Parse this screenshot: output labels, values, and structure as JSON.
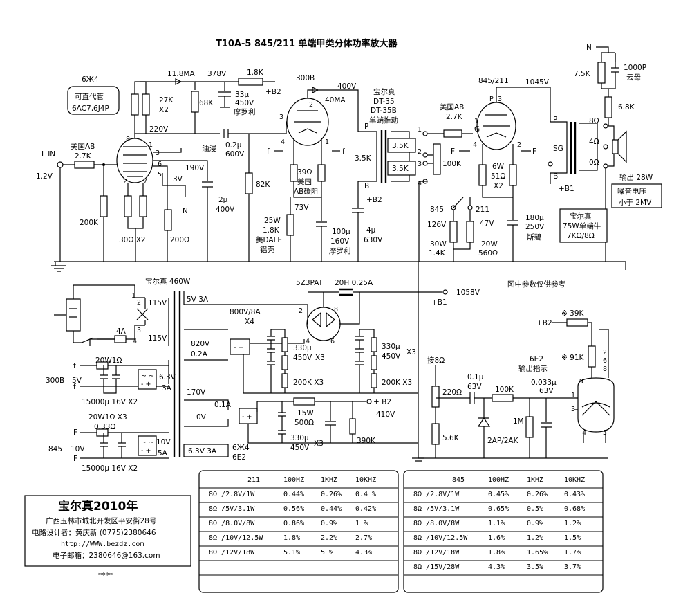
{
  "title": "T10A-5  845/211 单端甲类分体功率放大器",
  "labels": {
    "tube_6j4": "6Ж4",
    "sub_1": "可直代管",
    "sub_2": "6AC7,6J4P",
    "lin": "L IN",
    "v12": "1.2V",
    "ab27k": "美国AB",
    "ab27k_v": "2.7K",
    "r200k": "200K",
    "r30": "30Ω X2",
    "r200": "200Ω",
    "ma118": "11.8MA",
    "v378": "378V",
    "r18k": "1.8K",
    "b2": "+B2",
    "r27k": "27K",
    "x2a": "X2",
    "r68k": "68K",
    "c33": "33μ",
    "c33v": "450V",
    "c33b": "摩罗利",
    "v220": "220V",
    "c02a": "油浸",
    "c02": "0.2μ",
    "c02v": "600V",
    "v190": "190V",
    "v3": "3V",
    "n1": "N",
    "c2": "2μ",
    "c2v": "400V",
    "t300b": "300B",
    "v400": "400V",
    "ma40": "40MA",
    "f1": "f",
    "f2": "f",
    "r39": "39Ω",
    "r39b": "美国",
    "r39c": "AB碳阻",
    "r82k": "82K",
    "v73": "73V",
    "r25w": "25W",
    "r25w_v": "1.8K",
    "r25w_b": "美DALE",
    "r25w_c": "铝壳",
    "c100": "100μ",
    "c100v": "160V",
    "c100b": "摩罗利",
    "drv1": "宝尔真",
    "drv2": "DT-35",
    "drv3": "DT-35B",
    "drv4": "单端推动",
    "drvP": "P",
    "drvB": "B",
    "k35a": "3.5K",
    "k35b": "3.5K",
    "k35c": "3.5K",
    "b2c": "+B2",
    "c4": "4μ",
    "c4v": "630V",
    "r100k": "100K",
    "ab27b": "美国AB",
    "ab27b_v": "2.7K",
    "t845": "845/211",
    "v1045": "1045V",
    "pin_g": "G",
    "pin_p": "P",
    "fF1": "F",
    "fF2": "F",
    "r6w": "6W",
    "r51": "51Ω",
    "x2b": "X2",
    "sel845": "845",
    "sel211": "211",
    "v126": "126V",
    "v47": "47V",
    "r30w": "30W",
    "r14k": "1.4K",
    "r20w": "20W",
    "r560": "560Ω",
    "c180": "180μ",
    "c180v": "250V",
    "c180b": "斯碧",
    "otP": "P",
    "otSG": "SG",
    "otB": "B",
    "otB1": "+B1",
    "ot8": "8Ω",
    "ot4": "4Ω",
    "ot0": "0Ω",
    "r75k": "7.5K",
    "c1000": "1000P",
    "c1000b": "云母",
    "r68": "6.8K",
    "nN": "N",
    "out1": "输出 28W",
    "out2": "噪音电压",
    "out3": "小于 2MV",
    "otx1": "宝尔真",
    "otx2": "75W单端牛",
    "otx3": "7KΩ/8Ω",
    "pt": "宝尔真 460W",
    "pt115a": "115V",
    "pt115b": "115V",
    "fuse": "4A",
    "v5v3a": "5V 3A",
    "z3": "5Z3PAT",
    "ch": "20H 0.25A",
    "v1058": "1058V",
    "b1": "+B1",
    "v800": "800V/8A",
    "x4": "X4",
    "s820": "820V",
    "s02a": "0.2A",
    "c330a": "330μ",
    "c330av": "450V",
    "x3a": "X3",
    "c330b": "330μ",
    "c330bv": "450V",
    "x3b": "X3",
    "r200ka": "200K X3",
    "r200kb": "200K X3",
    "note": "图中参数仅供参考",
    "f300b1": "f",
    "f300b2": "f",
    "h300b": "300B",
    "h5v": "5V",
    "r20w1": "20W1Ω",
    "c15000a": "15000μ 16V X2",
    "s63v": "6.3V",
    "s3a": "3A",
    "h845": "845",
    "h10v": "10V",
    "F1": "F",
    "F2": "F",
    "r20w2": "20W1Ω X3",
    "r033": "0.33Ω",
    "c15000b": "15000μ 16V X2",
    "s10v": "10V",
    "s5a": "5A",
    "v170": "170V",
    "a01": "0.1A",
    "v0": "0V",
    "r15w": "15W",
    "r500": "500Ω",
    "b2b": "+ B2",
    "v410": "410V",
    "c330c": "330μ",
    "c330cv": "450V",
    "x3c": "X3",
    "r390k": "390K",
    "h63": "6.3V 3A",
    "h6j4": "6Ж4",
    "h6e2": "6E2",
    "in8": "接8Ω",
    "r220": "220Ω",
    "r56k": "5.6K",
    "c01": "0.1μ",
    "c01v": "63V",
    "r100kb": "100K",
    "r1m": "1M",
    "diode": "2AP/2AK",
    "e2a": "6E2",
    "e2b": "输出指示",
    "c033": "0.033μ",
    "c033v": "63V",
    "b2d": "+B2",
    "r39k": "※ 39K",
    "r91k": "※ 91K",
    "p268": "2 6 8",
    "brand": "宝尔真2010年",
    "addr": "广西玉林市城北开发区平安街28号",
    "designer": "电路设计者：黄庆新   (0775)2380646",
    "web": "http://WWW.bezdz.com",
    "email": "电子邮箱：2380646@163.com",
    "stars": "****"
  },
  "table_211": {
    "headers": [
      "211",
      "100HZ",
      "1KHZ",
      "10KHZ"
    ],
    "rows": [
      [
        "8Ω /2.8V/1W",
        "0.44%",
        "0.26%",
        "0.4 %"
      ],
      [
        "8Ω /5V/3.1W",
        "0.56%",
        "0.44%",
        "0.42%"
      ],
      [
        "8Ω /8.0V/8W",
        "0.86%",
        "0.9%",
        "1 %"
      ],
      [
        "8Ω /10V/12.5W",
        "1.8%",
        "2.2%",
        "2.7%"
      ],
      [
        "8Ω /12V/18W",
        "5.1%",
        "5 %",
        "4.3%"
      ]
    ]
  },
  "table_845": {
    "headers": [
      "845",
      "100HZ",
      "1KHZ",
      "10KHZ"
    ],
    "rows": [
      [
        "8Ω /2.8V/1W",
        "0.45%",
        "0.26%",
        "0.43%"
      ],
      [
        "8Ω /5V/3.1W",
        "0.65%",
        "0.5%",
        "0.68%"
      ],
      [
        "8Ω /8.0V/8W",
        "1.1%",
        "0.9%",
        "1.2%"
      ],
      [
        "8Ω /10V/12.5W",
        "1.6%",
        "1.2%",
        "1.5%"
      ],
      [
        "8Ω /12V/18W",
        "1.8%",
        "1.65%",
        "1.7%"
      ],
      [
        "8Ω /15V/28W",
        "4.3%",
        "3.5%",
        "3.7%"
      ]
    ]
  }
}
